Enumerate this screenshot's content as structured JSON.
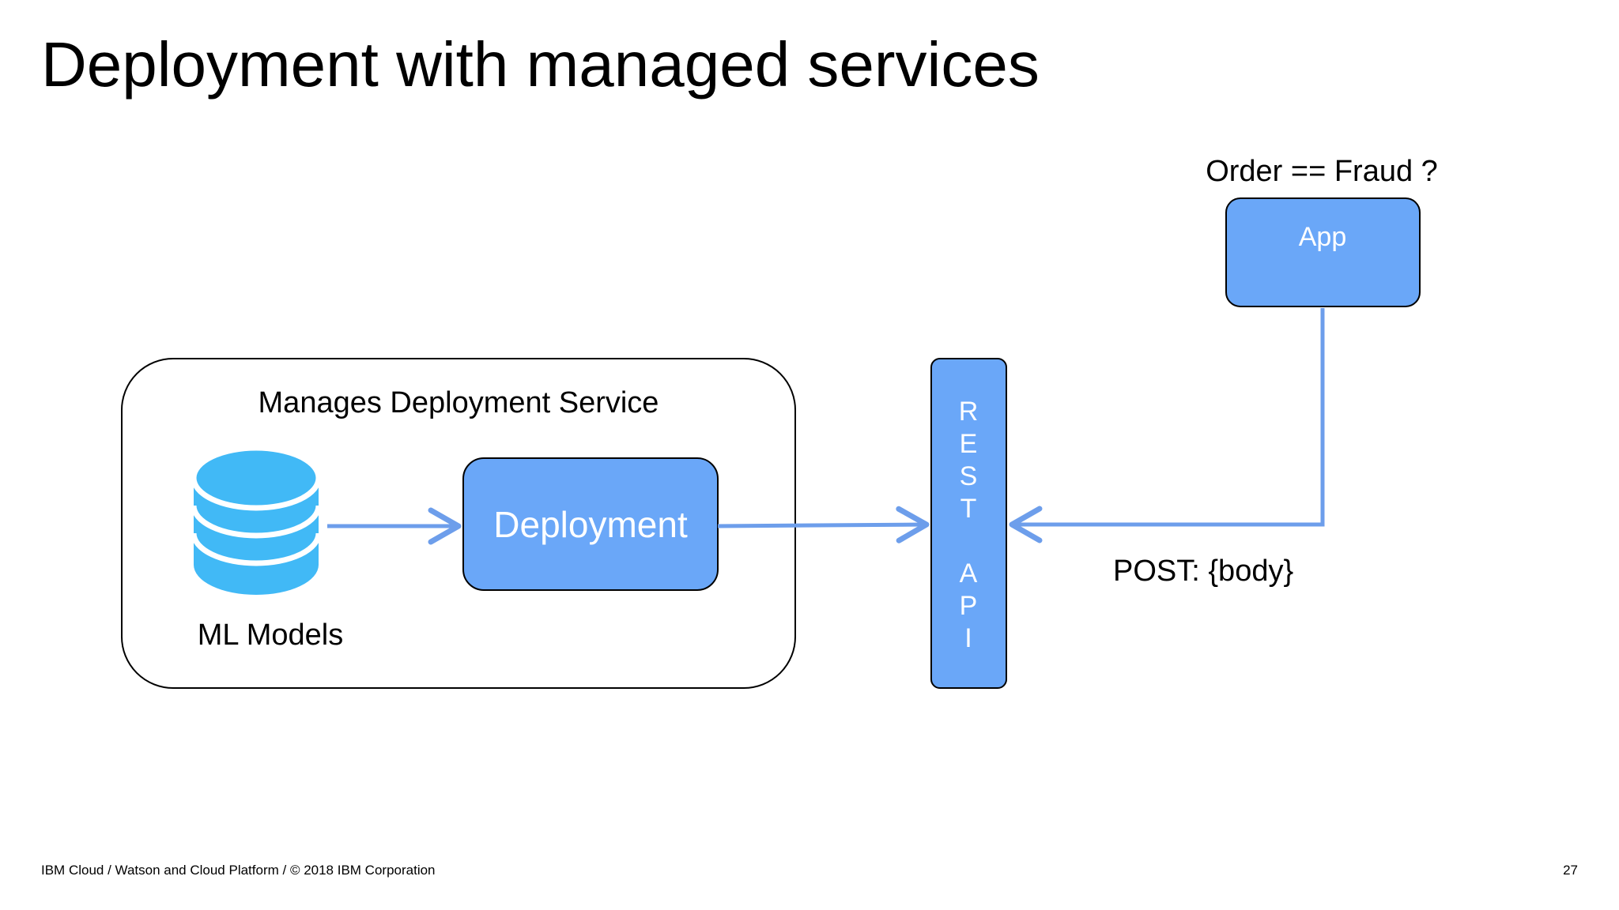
{
  "slide": {
    "title": "Deployment with managed services",
    "footer": "IBM Cloud / Watson and Cloud Platform / © 2018 IBM Corporation",
    "page_number": "27"
  },
  "diagram": {
    "service_container_label": "Manages Deployment Service",
    "models_label": "ML Models",
    "deployment_box_label": "Deployment",
    "rest_api_letters": [
      "R",
      "E",
      "S",
      "T",
      "",
      "A",
      "P",
      "I"
    ],
    "app_box_label": "App",
    "app_caption": "Order == Fraud ?",
    "request_label": "POST: {body}"
  },
  "colors": {
    "box_fill": "#6aa7f8",
    "arrow": "#6d9eeb",
    "database": "#41b9f6",
    "box_stroke": "#000000"
  }
}
